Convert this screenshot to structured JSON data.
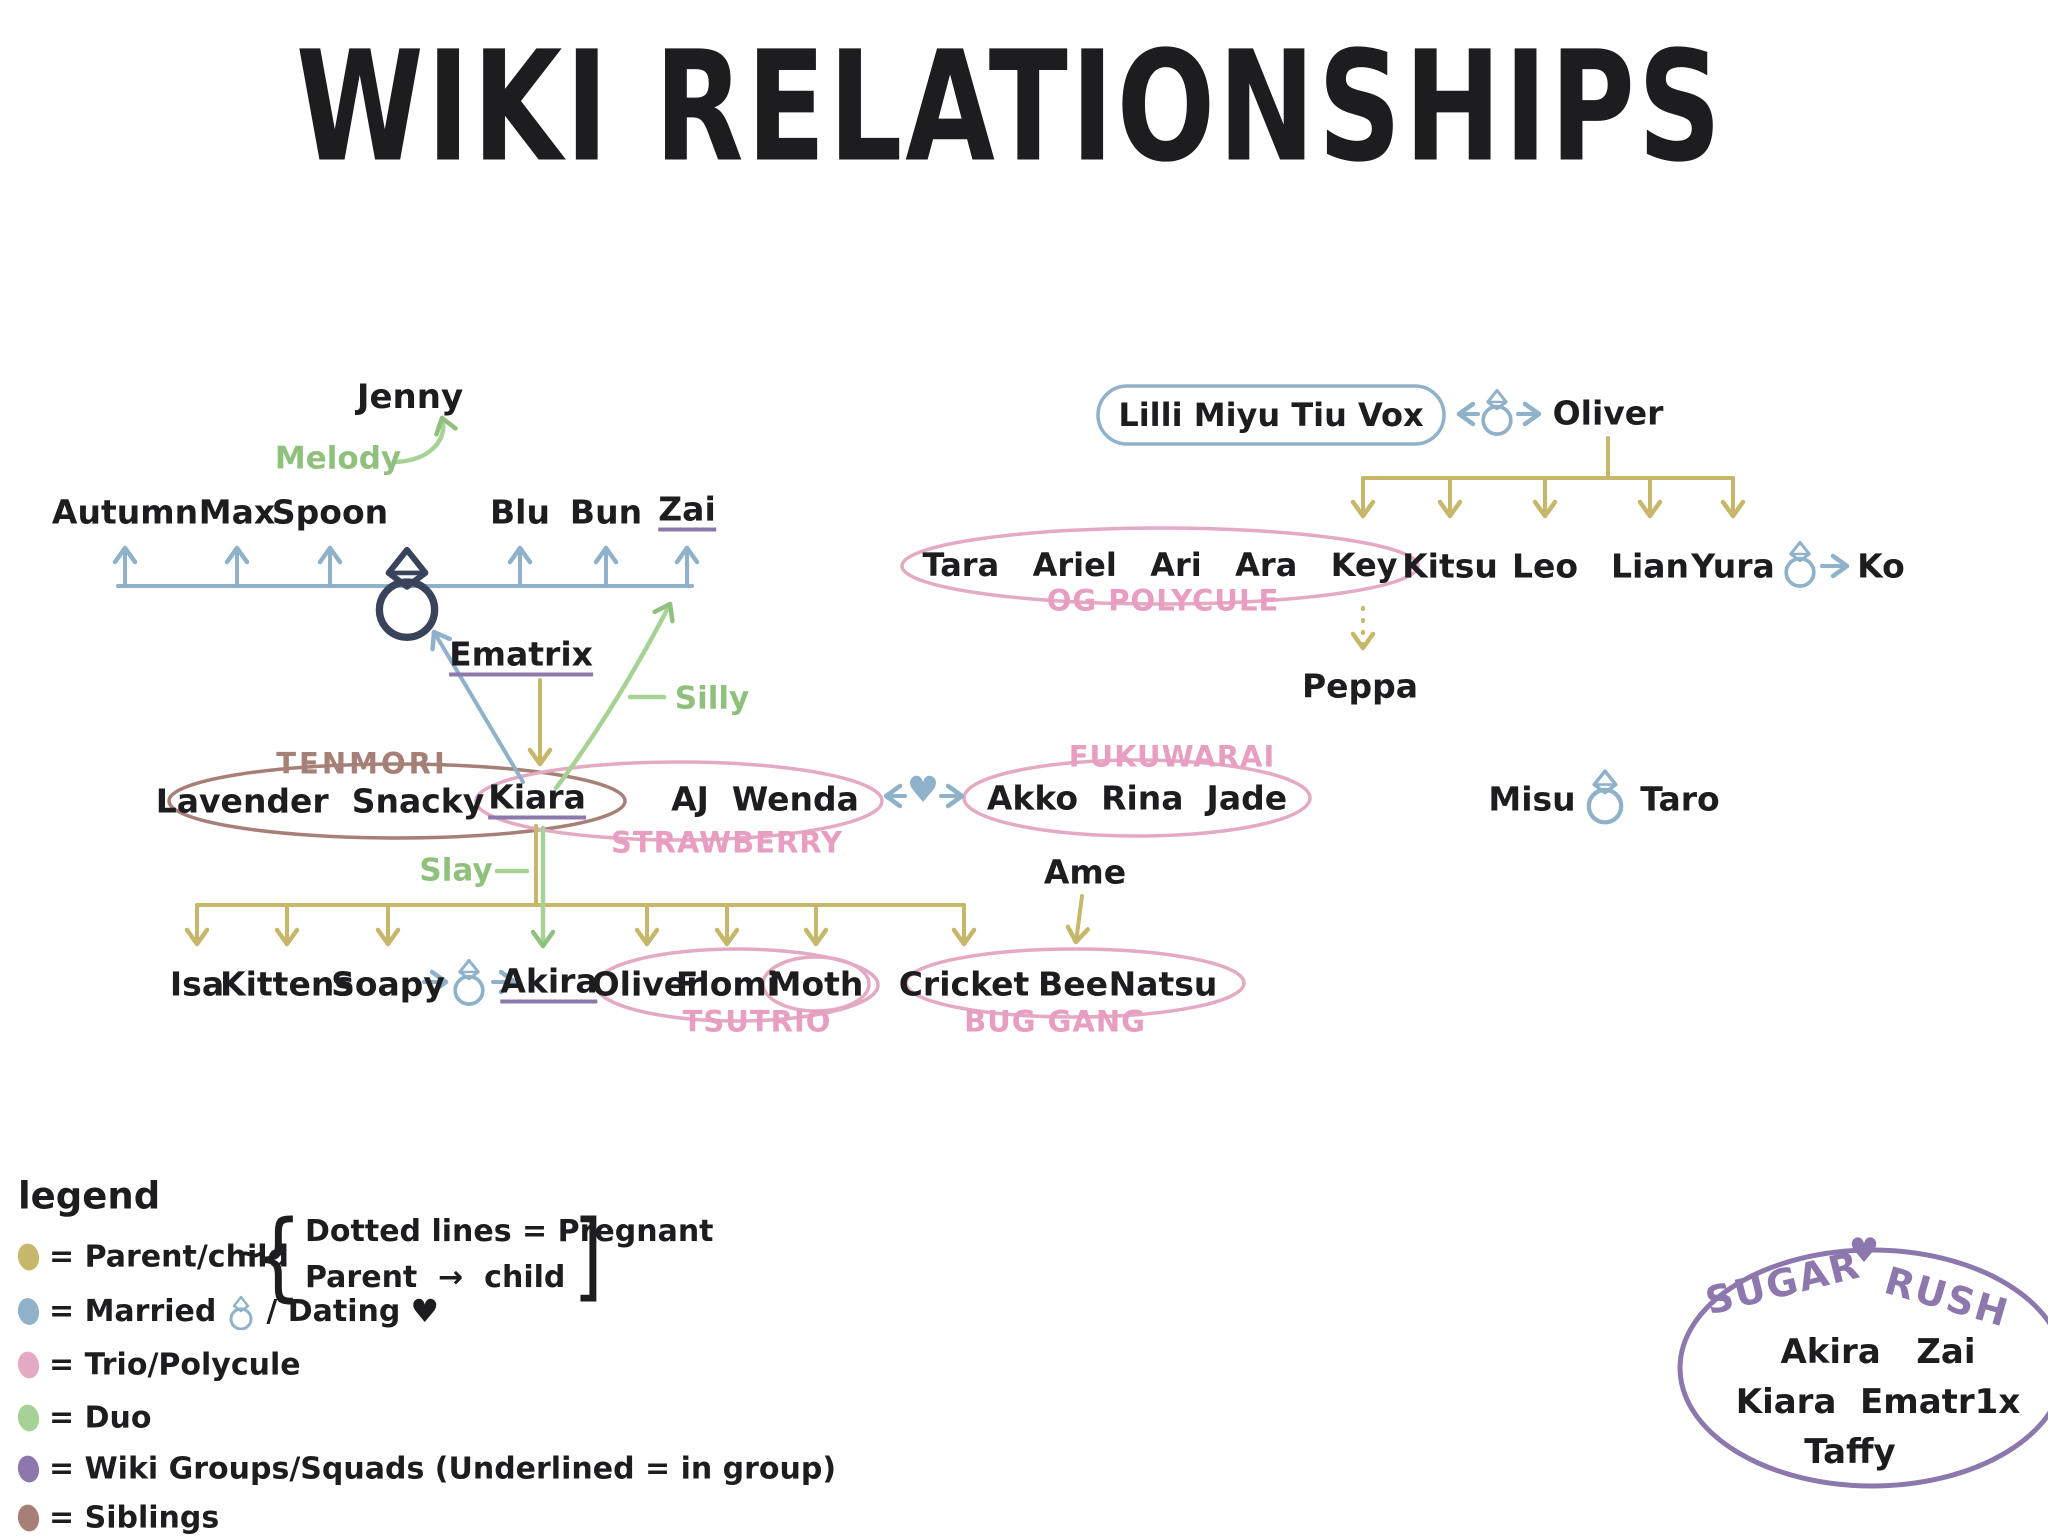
{
  "title": "WIKI RELATIONSHIPS",
  "colors": {
    "parent_child": "#c6b76a",
    "married_dating": "#8fb1c9",
    "trio_polycule": "#e4a9c3",
    "duo": "#8fc17d",
    "wiki_groups": "#8c78ad",
    "siblings": "#a68077"
  },
  "left": {
    "jenny": "Jenny",
    "melody": "Melody",
    "top_row": [
      "Autumn",
      "Max",
      "Spoon",
      "Blu",
      "Bun",
      "Zai"
    ],
    "ematrix": "Ematrix",
    "silly": "Silly",
    "tenmori": "TENMORI",
    "lavender_snacky": "Lavender  Snacky",
    "kiara": "Kiara",
    "aj_wenda": "AJ  Wenda",
    "strawberry": "STRAWBERRY",
    "fukuwarai": "FUKUWARAI",
    "akko_rina_jade": "Akko  Rina  Jade",
    "heart": "♥",
    "slay": "Slay",
    "children": [
      "Isa",
      "Kittens",
      "Soapy",
      "Akira",
      "Oliver",
      "Flomi",
      "Moth",
      "Cricket",
      "Bee",
      "Natsu"
    ],
    "tsutrio": "TSUTRIO",
    "bug_gang": "BUG GANG",
    "ame": "Ame"
  },
  "right": {
    "polycule_box": "Lilli Miyu Tiu Vox",
    "oliver": "Oliver",
    "og_members": "Tara   Ariel   Ari   Ara   Key",
    "og_label": "OG POLYCULE",
    "kids_row": [
      "Kitsu",
      "Leo",
      "Lian",
      "Yura"
    ],
    "ko": "Ko",
    "peppa": "Peppa",
    "misu": "Misu",
    "taro": "Taro"
  },
  "legend": {
    "heading": "legend",
    "parent_child": "= Parent/child",
    "tilde": "~",
    "brace_open": "{",
    "brace_close": "]",
    "pregnant_note": "Dotted lines = Pregnant",
    "parent_child_note": "Parent  →  child",
    "married_pre": "= Married",
    "married_post": "/ Dating",
    "dating_heart": "♥",
    "trio": "= Trio/Polycule",
    "duo": "= Duo",
    "wiki_groups": "= Wiki Groups/Squads (Underlined = in group)",
    "siblings": "= Siblings"
  },
  "sugar_rush": {
    "sugar": "SUGAR",
    "heart": "♥",
    "rush": "RUSH",
    "members": [
      "Akira   Zai",
      "Kiara  Ematr1x",
      "Taffy"
    ]
  }
}
